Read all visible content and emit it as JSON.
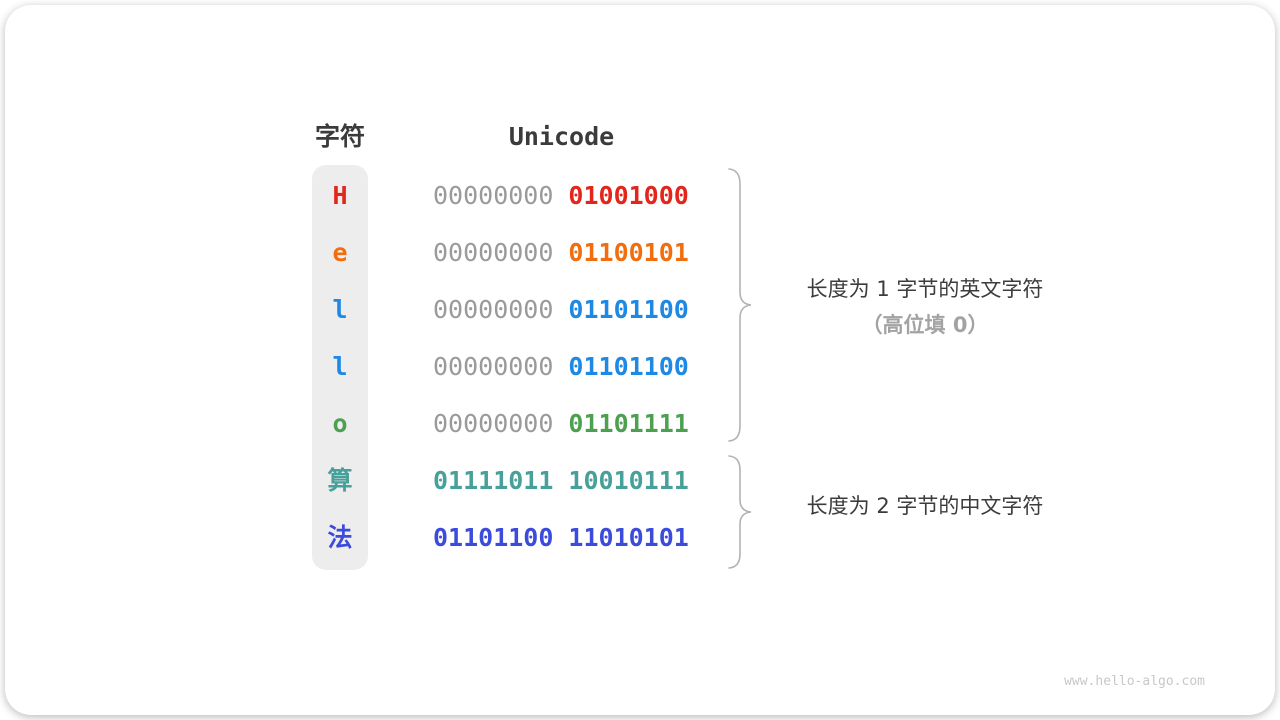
{
  "table": {
    "char_header": "字符",
    "unicode_header": "Unicode",
    "rows": [
      {
        "char": "H",
        "char_color": "#e3261c",
        "high_byte": {
          "text": "00000000",
          "color": "#9a9a9a",
          "weight": "400"
        },
        "low_byte": {
          "text": "01001000",
          "color": "#e3261c",
          "weight": "700"
        }
      },
      {
        "char": "e",
        "char_color": "#f26d0e",
        "high_byte": {
          "text": "00000000",
          "color": "#9a9a9a",
          "weight": "400"
        },
        "low_byte": {
          "text": "01100101",
          "color": "#f26d0e",
          "weight": "700"
        }
      },
      {
        "char": "l",
        "char_color": "#1e88e5",
        "high_byte": {
          "text": "00000000",
          "color": "#9a9a9a",
          "weight": "400"
        },
        "low_byte": {
          "text": "01101100",
          "color": "#1e88e5",
          "weight": "700"
        }
      },
      {
        "char": "l",
        "char_color": "#1e88e5",
        "high_byte": {
          "text": "00000000",
          "color": "#9a9a9a",
          "weight": "400"
        },
        "low_byte": {
          "text": "01101100",
          "color": "#1e88e5",
          "weight": "700"
        }
      },
      {
        "char": "o",
        "char_color": "#4ca050",
        "high_byte": {
          "text": "00000000",
          "color": "#9a9a9a",
          "weight": "400"
        },
        "low_byte": {
          "text": "01101111",
          "color": "#4ca050",
          "weight": "700"
        }
      },
      {
        "char": "算",
        "char_color": "#47a099",
        "high_byte": {
          "text": "01111011",
          "color": "#47a099",
          "weight": "700"
        },
        "low_byte": {
          "text": "10010111",
          "color": "#47a099",
          "weight": "700"
        }
      },
      {
        "char": "法",
        "char_color": "#3b4bdb",
        "high_byte": {
          "text": "01101100",
          "color": "#3b4bdb",
          "weight": "700"
        },
        "low_byte": {
          "text": "11010101",
          "color": "#3b4bdb",
          "weight": "700"
        }
      }
    ]
  },
  "annotations": {
    "english": {
      "line1": "长度为 1 字节的英文字符",
      "line2": "（高位填 0）"
    },
    "chinese": {
      "line1": "长度为 2 字节的中文字符"
    }
  },
  "brace_color": "#b3b3b3",
  "watermark": "www.hello-algo.com"
}
